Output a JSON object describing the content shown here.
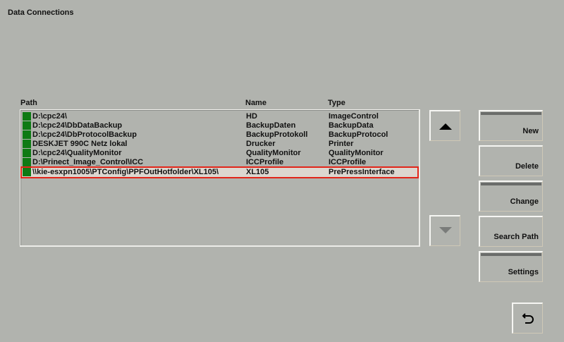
{
  "window": {
    "title": "Data Connections"
  },
  "table": {
    "columns": [
      "Path",
      "Name",
      "Type"
    ],
    "rows": [
      {
        "path": "D:\\cpc24\\",
        "name": "HD",
        "type": "ImageControl",
        "status_color": "#0e7a14"
      },
      {
        "path": "D:\\cpc24\\DbDataBackup",
        "name": "BackupDaten",
        "type": "BackupData",
        "status_color": "#0e7a14"
      },
      {
        "path": "D:\\cpc24\\DbProtocolBackup",
        "name": "BackupProtokoll",
        "type": "BackupProtocol",
        "status_color": "#0e7a14"
      },
      {
        "path": "DESKJET 990C Netz lokal",
        "name": "Drucker",
        "type": "Printer",
        "status_color": "#0e7a14"
      },
      {
        "path": "D:\\cpc24\\QualityMonitor",
        "name": "QualityMonitor",
        "type": "QualityMonitor",
        "status_color": "#0e7a14"
      },
      {
        "path": "D:\\Prinect_Image_Control\\ICC",
        "name": "ICCProfile",
        "type": "ICCProfile",
        "status_color": "#0e7a14"
      },
      {
        "path": "\\\\kie-esxpn1005\\PTConfig\\PPFOutHotfolder\\XL105\\",
        "name": "XL105",
        "type": "PrePressInterface",
        "status_color": "#0e7a14",
        "selected": true
      }
    ]
  },
  "scroll": {
    "up_icon": "triangle-up-icon",
    "down_icon": "triangle-down-icon"
  },
  "actions": {
    "new": "New",
    "delete": "Delete",
    "change": "Change",
    "search_path": "Search Path",
    "settings": "Settings",
    "back_icon": "undo-arrow-icon"
  },
  "colors": {
    "background": "#b1b3ae",
    "status_ok": "#0e7a14",
    "selection_border": "#e2261a",
    "selection_fill": "#dcd7d0"
  }
}
